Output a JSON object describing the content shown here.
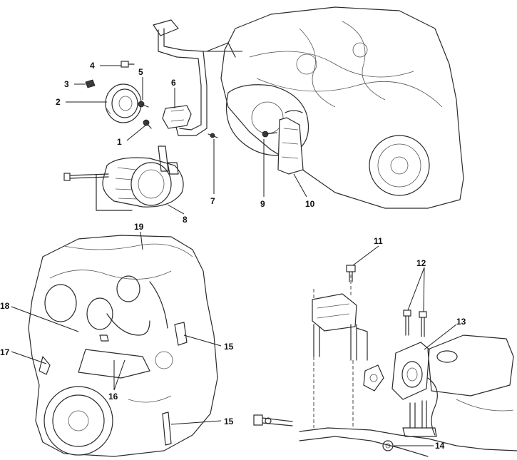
{
  "callouts": {
    "c1": "1",
    "c2": "2",
    "c3": "3",
    "c4": "4",
    "c5": "5",
    "c6": "6",
    "c7": "7",
    "c8": "8",
    "c9": "9",
    "c10": "10",
    "c11": "11",
    "c12": "12",
    "c13": "13",
    "c14": "14",
    "c15a": "15",
    "c15b": "15",
    "c16": "16",
    "c17": "17",
    "c18": "18",
    "c19": "19"
  },
  "colors": {
    "line": "#2b2b2b",
    "background": "#ffffff"
  }
}
